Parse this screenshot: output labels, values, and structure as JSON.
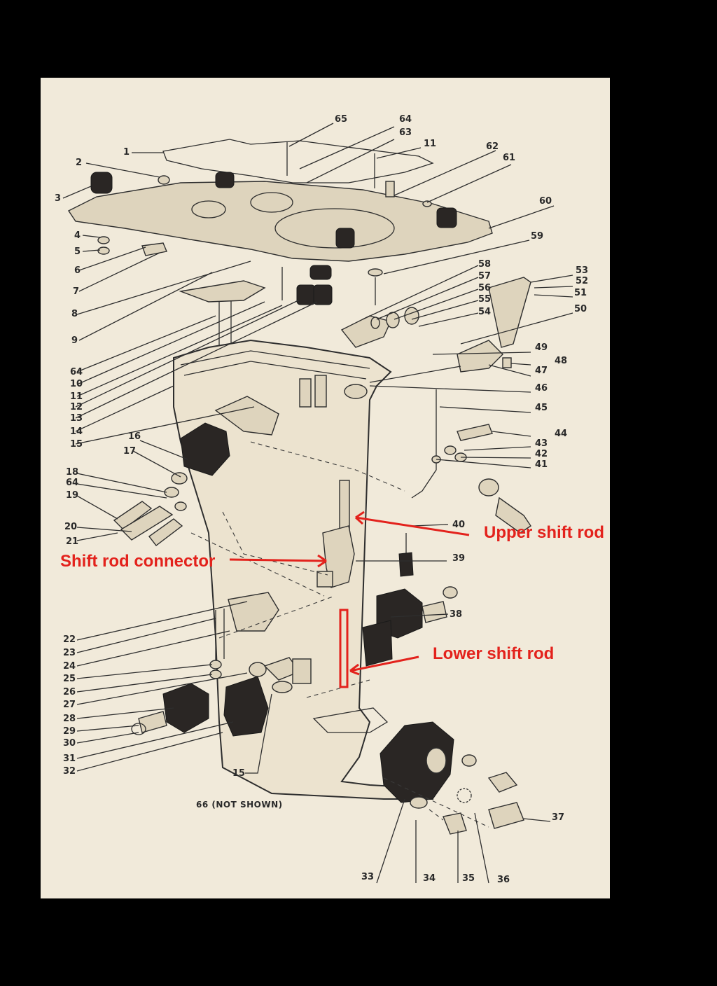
{
  "diagram": {
    "footnote": "66 (NOT SHOWN)",
    "annotations": {
      "upper_shift_rod": "Upper shift rod",
      "shift_rod_connector": "Shift rod connector",
      "lower_shift_rod": "Lower shift rod"
    },
    "colors": {
      "background": "#000000",
      "paper": "#f1eada",
      "annotation": "#e3221c",
      "ink": "#2e2e2e"
    },
    "callouts_left": [
      "1",
      "2",
      "3",
      "4",
      "5",
      "6",
      "7",
      "8",
      "9",
      "64",
      "10",
      "11",
      "12",
      "13",
      "14",
      "15",
      "16",
      "17",
      "18",
      "64",
      "19",
      "20",
      "21",
      "22",
      "23",
      "24",
      "25",
      "26",
      "27",
      "28",
      "29",
      "30",
      "31",
      "32",
      "15"
    ],
    "callouts_right": [
      "65",
      "64",
      "63",
      "11",
      "62",
      "61",
      "60",
      "59",
      "58",
      "57",
      "56",
      "55",
      "54",
      "53",
      "52",
      "51",
      "50",
      "49",
      "48",
      "47",
      "46",
      "45",
      "44",
      "43",
      "42",
      "41",
      "40",
      "39",
      "38",
      "37"
    ],
    "callouts_bottom": [
      "33",
      "34",
      "35",
      "36"
    ]
  }
}
